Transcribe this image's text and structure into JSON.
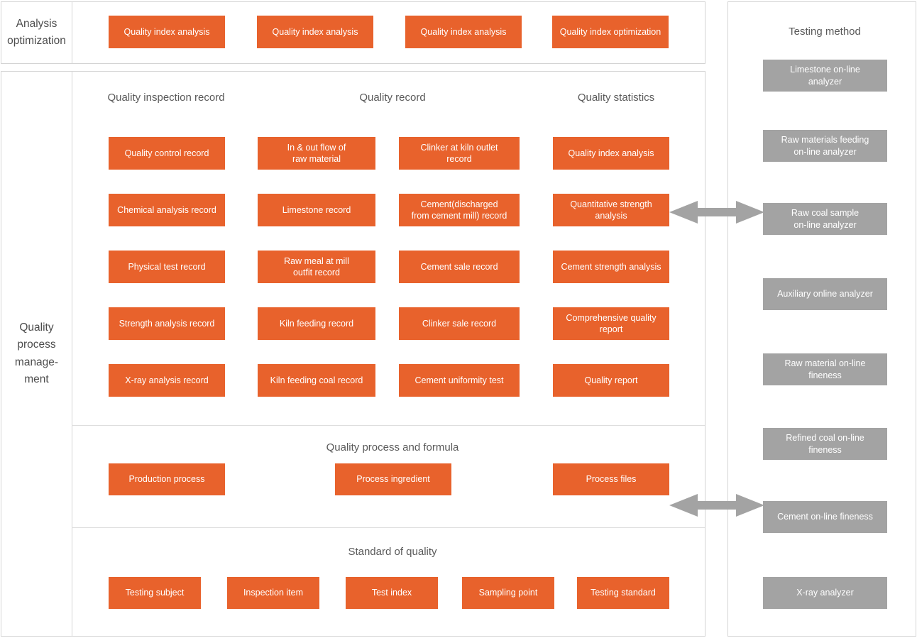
{
  "diagram": {
    "title": "Quality process management",
    "accent_orange": "#E8622C",
    "accent_gray": "#A3A3A3",
    "border_color": "#D4D4D4"
  },
  "rows": {
    "analysis_label": "Analysis optimization",
    "process_label": "Quality process manage-\nment",
    "process_label_l1": "Quality",
    "process_label_l2": "process",
    "process_label_l3": "manage-",
    "process_label_l4": "ment"
  },
  "analysis_optimization": {
    "label": "Analysis optimization",
    "items": [
      {
        "label": "Quality index analysis"
      },
      {
        "label": "Quality index analysis"
      },
      {
        "label": "Quality index analysis"
      },
      {
        "label": "Quality index optimization"
      }
    ]
  },
  "quality_process_management": {
    "label": "Quality process management",
    "column_headers": [
      "Quality inspection record",
      "Quality record",
      "Quality statistics"
    ],
    "columns": [
      {
        "header": "Quality inspection record",
        "items": [
          {
            "line1": "Quality control record",
            "line2": ""
          },
          {
            "line1": "Chemical analysis record",
            "line2": ""
          },
          {
            "line1": "Physical test record",
            "line2": ""
          },
          {
            "line1": "Strength analysis record",
            "line2": ""
          },
          {
            "line1": "X-ray analysis record",
            "line2": ""
          }
        ]
      },
      {
        "header": "Quality record",
        "items": [
          {
            "line1": "In & out flow of",
            "line2": "raw material"
          },
          {
            "line1": "Limestone record",
            "line2": ""
          },
          {
            "line1": "Raw meal at mill",
            "line2": "outfit record"
          },
          {
            "line1": "Kiln feeding record",
            "line2": ""
          },
          {
            "line1": "Kiln feeding coal record",
            "line2": ""
          }
        ]
      },
      {
        "header": "",
        "items": [
          {
            "line1": "Clinker at kiln outlet",
            "line2": "record"
          },
          {
            "line1": "Cement(discharged",
            "line2": "from cement mill) record"
          },
          {
            "line1": "Cement sale record",
            "line2": ""
          },
          {
            "line1": "Clinker sale record",
            "line2": ""
          },
          {
            "line1": "Cement uniformity test",
            "line2": ""
          }
        ]
      },
      {
        "header": "Quality statistics",
        "items": [
          {
            "line1": "Quality index analysis",
            "line2": ""
          },
          {
            "line1": "Quantitative strength",
            "line2": "analysis"
          },
          {
            "line1": "Cement strength analysis",
            "line2": ""
          },
          {
            "line1": "Comprehensive quality",
            "line2": "report"
          },
          {
            "line1": "Quality report",
            "line2": ""
          }
        ]
      }
    ]
  },
  "quality_process_and_formula": {
    "header": "Quality process and formula",
    "items": [
      {
        "label": "Production process"
      },
      {
        "label": "Process ingredient"
      },
      {
        "label": "Process files"
      }
    ]
  },
  "standard_of_quality": {
    "header": "Standard of quality",
    "items": [
      {
        "label": "Testing subject"
      },
      {
        "label": "Inspection item"
      },
      {
        "label": "Test index"
      },
      {
        "label": "Sampling point"
      },
      {
        "label": "Testing standard"
      }
    ]
  },
  "testing_method": {
    "header": "Testing method",
    "items": [
      {
        "line1": "Limestone  on-line",
        "line2": "analyzer"
      },
      {
        "line1": "Raw materials feeding",
        "line2": "on-line analyzer"
      },
      {
        "line1": "Raw coal sample",
        "line2": "on-line analyzer"
      },
      {
        "line1": "Auxiliary online analyzer",
        "line2": ""
      },
      {
        "line1": "Raw material on-line",
        "line2": "fineness"
      },
      {
        "line1": "Refined coal on-line",
        "line2": "fineness"
      },
      {
        "line1": "Cement on-line fineness",
        "line2": ""
      },
      {
        "line1": "X-ray analyzer",
        "line2": ""
      }
    ]
  },
  "connectors": [
    {
      "name": "double-arrow-upper",
      "from": "Quantitative strength analysis",
      "to": "Raw coal sample on-line analyzer"
    },
    {
      "name": "double-arrow-lower",
      "from": "Process files",
      "to": "Cement on-line fineness"
    }
  ]
}
